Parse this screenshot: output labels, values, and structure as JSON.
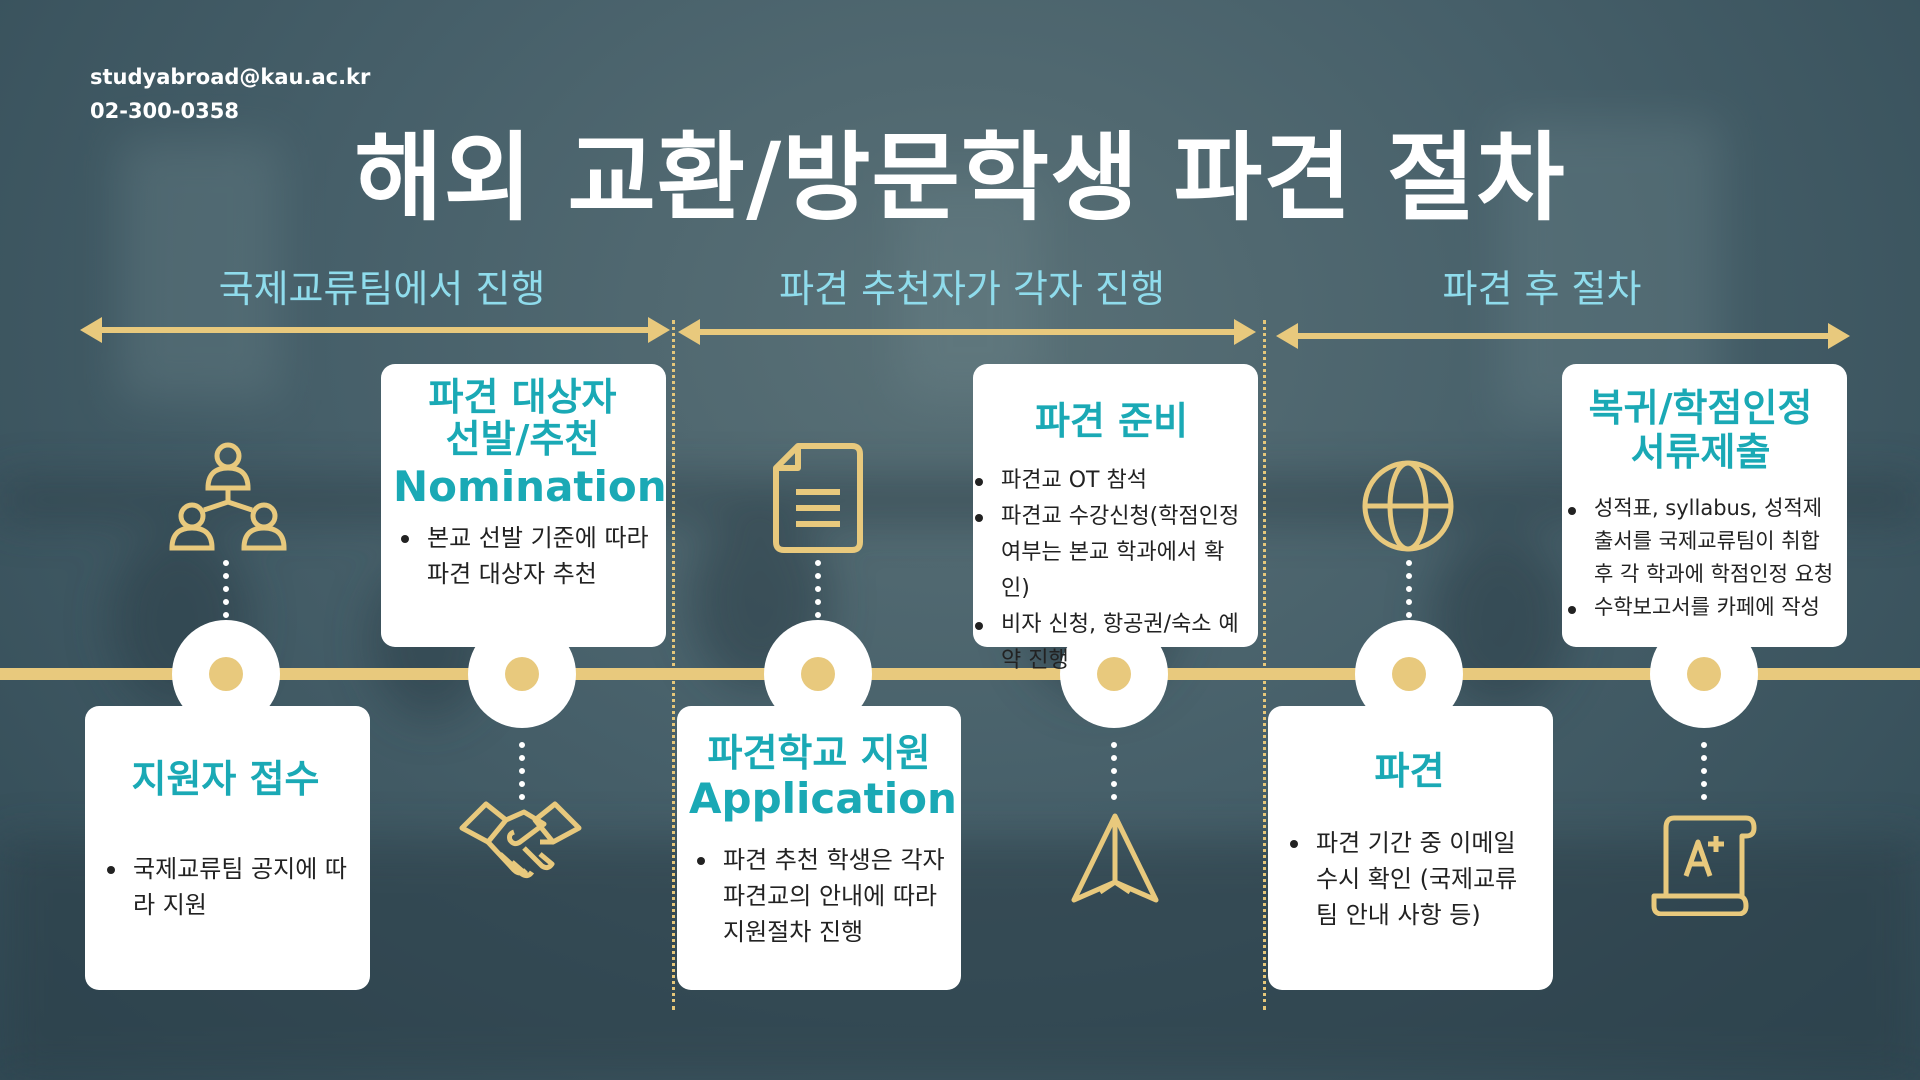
{
  "contact": {
    "email": "studyabroad@kau.ac.kr",
    "phone": "02-300-0358"
  },
  "title": "해외 교환/방문학생 파견 절차",
  "phases": [
    {
      "label": "국제교류팀에서 진행"
    },
    {
      "label": "파견 추천자가 각자 진행"
    },
    {
      "label": "파견 후 절차"
    }
  ],
  "steps": [
    {
      "title": "지원자 접수",
      "items": [
        "국제교류팀 공지에 따라 지원"
      ],
      "icon": "people-network-icon"
    },
    {
      "title_lines": [
        "파견 대상자",
        "선발/추천",
        "Nomination"
      ],
      "items": [
        "본교 선발 기준에 따라 파견 대상자 추천"
      ],
      "icon": "handshake-icon"
    },
    {
      "title_lines": [
        "파견학교 지원",
        "Application"
      ],
      "items": [
        "파견 추천 학생은 각자 파견교의 안내에 따라 지원절차 진행"
      ],
      "icon": "document-icon"
    },
    {
      "title": "파견 준비",
      "items": [
        "파견교 OT 참석",
        "파견교 수강신청(학점인정 여부는 본교 학과에서 확인)",
        "비자 신청, 항공권/숙소 예약 진행"
      ],
      "icon": "paper-plane-icon"
    },
    {
      "title": "파견",
      "items": [
        "파견 기간 중 이메일 수시 확인 (국제교류팀 안내 사항 등)"
      ],
      "icon": "globe-icon"
    },
    {
      "title_lines": [
        "복귀/학점인정",
        "서류제출"
      ],
      "items": [
        "성적표, syllabus, 성적제출서를 국제교류팀이 취합 후 각 학과에 학점인정 요청",
        "수학보고서를 카페에 작성"
      ],
      "icon": "grade-certificate-icon"
    }
  ],
  "colors": {
    "accent": "#e8c97d",
    "teal": "#1aa9b5",
    "phase_text": "#8fdcec"
  }
}
